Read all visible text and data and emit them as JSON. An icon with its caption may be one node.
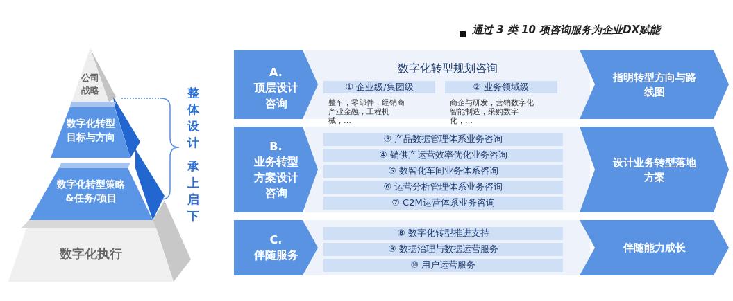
{
  "diagram": {
    "title": "通过 **3** 类 **10** 项咨询服务为企业DX赋能",
    "nodes": [
      {
        "text": [
          "公司战略"
        ]
      },
      {
        "text": [
          "数字化转型目标与方向"
        ]
      },
      {
        "text": [
          "数字化转型策略&任务/项目"
        ]
      },
      {
        "text": [
          "数字化执行"
        ]
      },
      {
        "text": [
          "A.",
          "顶层设计咨询"
        ]
      },
      {
        "text": [
          "数字化转型规划咨询"
        ]
      },
      {
        "text": [
          "① 企业级/集团级"
        ],
        "in": 5,
        "beside": [
          "整车，零部件，经销商产业金融，工程机械，…"
        ]
      },
      {
        "text": [
          "② 业务领域级"
        ],
        "in": 5,
        "beside": [
          "商企与研发，营销数字化智能制造，采购数字化，…"
        ]
      },
      {
        "text": [
          "指明转型方向与路线图"
        ]
      },
      {
        "text": [
          "B.",
          "业务转型方案设计咨询"
        ]
      },
      {
        "text": [],
        "shape": "box"
      },
      {
        "text": [
          "③ 产品数据管理体系业务咨询"
        ],
        "in": 10
      },
      {
        "text": [
          "④ 销供产运营效率优化业务咨询"
        ],
        "in": 10
      },
      {
        "text": [
          "⑤ 数智化车间业务体系咨询"
        ],
        "in": 10
      },
      {
        "text": [
          "⑥ 运营分析管理体系业务咨询"
        ],
        "in": 10
      },
      {
        "text": [
          "⑦ C2M运营体系业务咨询"
        ],
        "in": 10
      },
      {
        "text": [
          "设计业务转型落地方案"
        ]
      },
      {
        "text": [
          "C.",
          "伴随服务"
        ]
      },
      {
        "text": [],
        "shape": "box"
      },
      {
        "text": [
          "⑧ 数字化转型推进支持"
        ],
        "in": 18
      },
      {
        "text": [
          "⑨ 数据治理与数据运营服务"
        ],
        "in": 18
      },
      {
        "text": [
          "⑩ 用户运营服务"
        ],
        "in": 18
      },
      {
        "text": [
          "伴随能力成长"
        ]
      }
    ],
    "edges": [],
    "labels": [
      "整体设计",
      "承上启下"
    ]
  }
}
